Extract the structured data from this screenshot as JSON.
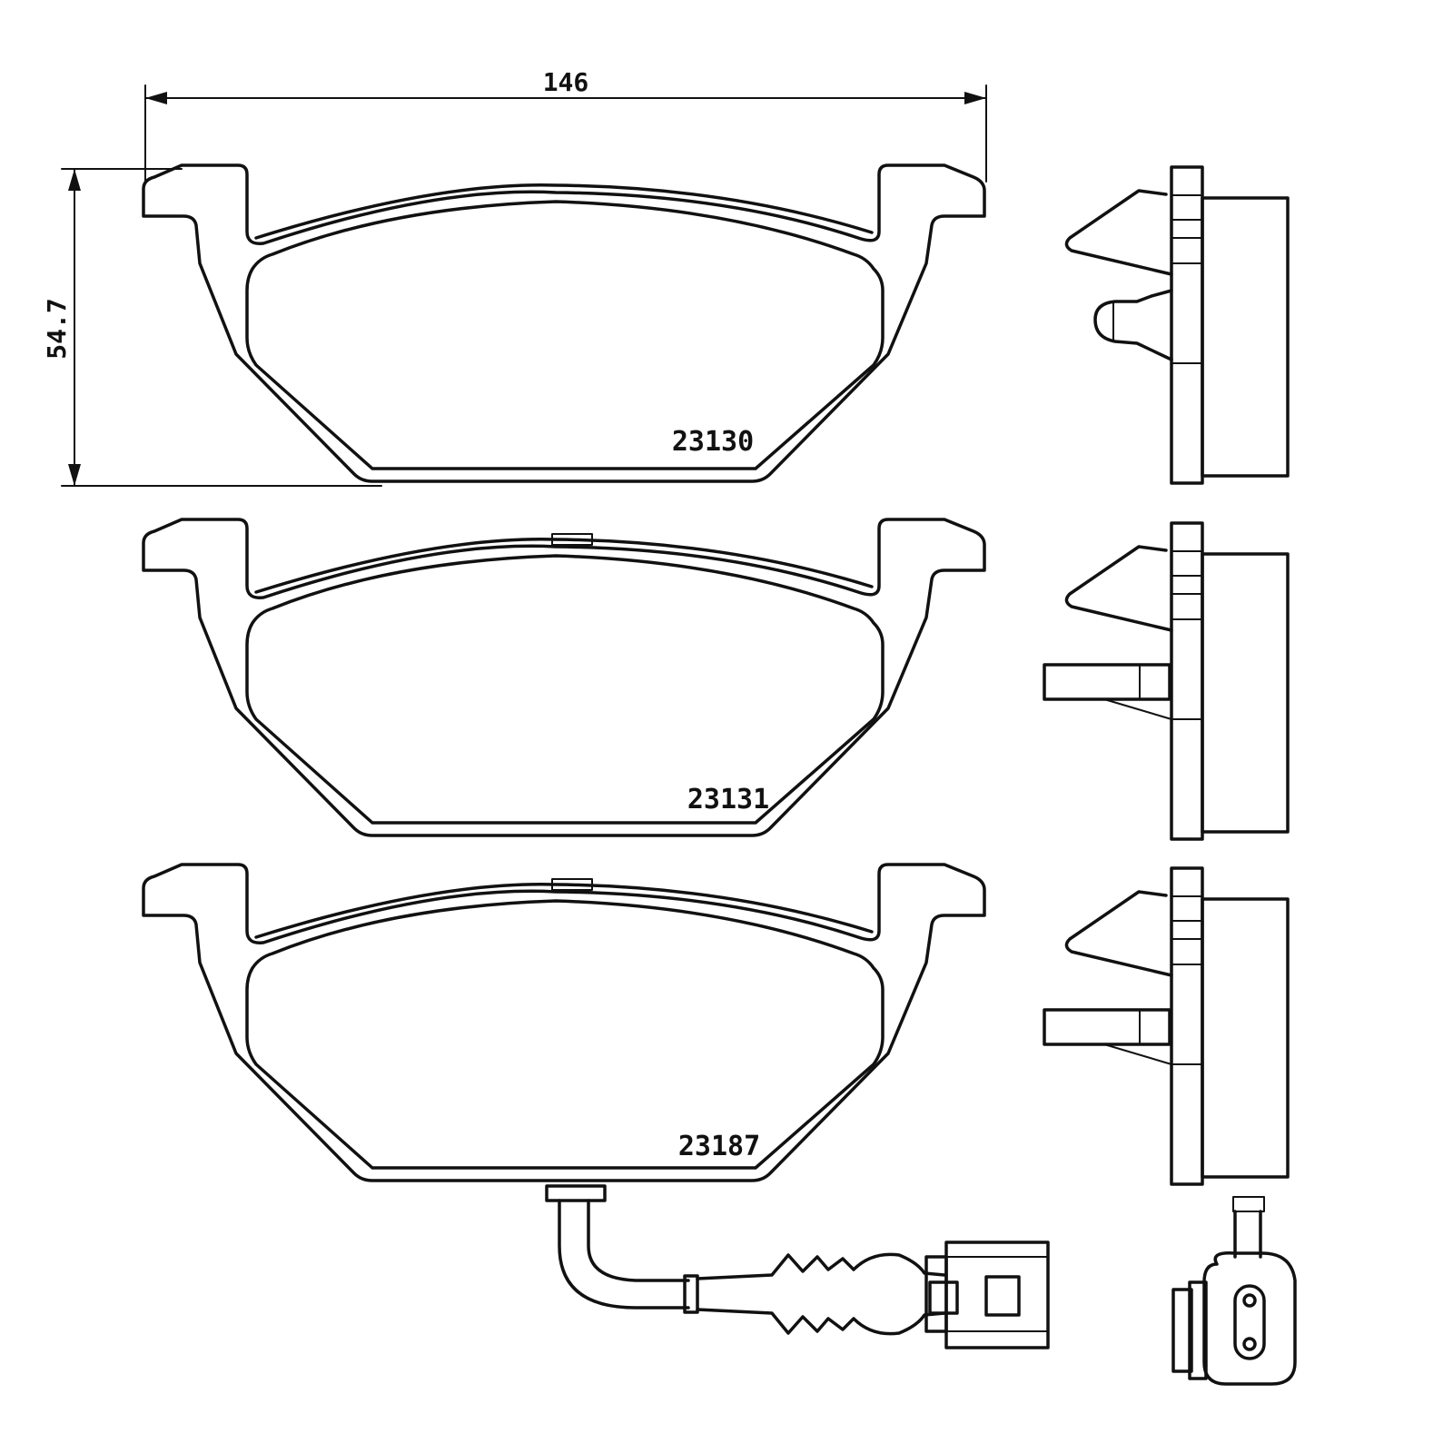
{
  "dimensions": {
    "width_label": "146",
    "height_label": "54.7"
  },
  "pads": [
    {
      "part_number": "23130"
    },
    {
      "part_number": "23131"
    },
    {
      "part_number": "23187"
    }
  ]
}
